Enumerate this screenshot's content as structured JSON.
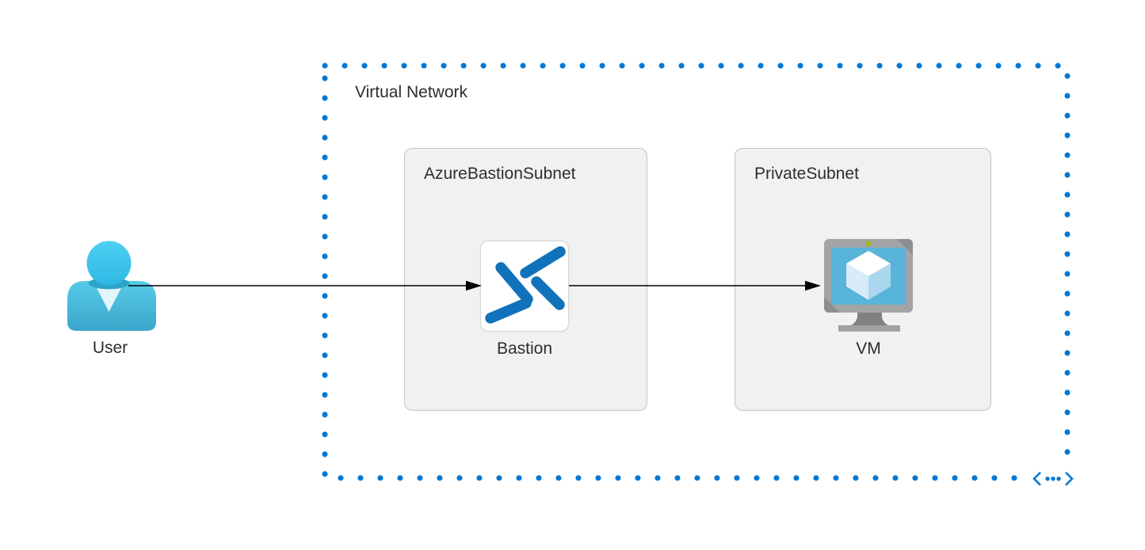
{
  "virtual_network": {
    "label": "Virtual Network",
    "border_color": "#0078d4",
    "corner_icon": "virtual-network-icon"
  },
  "subnets": [
    {
      "label": "AzureBastionSubnet",
      "node": {
        "label": "Bastion",
        "icon": "azure-bastion-icon"
      }
    },
    {
      "label": "PrivateSubnet",
      "node": {
        "label": "VM",
        "icon": "azure-vm-icon"
      }
    }
  ],
  "actors": [
    {
      "label": "User",
      "icon": "user-person-icon"
    }
  ],
  "connections": [
    {
      "from": "User",
      "to": "Bastion",
      "style": "solid-black-arrow"
    },
    {
      "from": "Bastion",
      "to": "VM",
      "style": "solid-black-arrow"
    }
  ],
  "colors": {
    "vnet_dot_blue": "#0078d4",
    "subnet_fill": "#f1f1f2",
    "subnet_border": "#c4c4c4",
    "bastion_blue": "#1072ba",
    "vm_screen_blue": "#59b4d9",
    "vm_bezel_gray": "#a2a4a5",
    "user_cyan": "#45c1e6",
    "arrow_black": "#000000",
    "label_text": "#2d2d2d"
  }
}
